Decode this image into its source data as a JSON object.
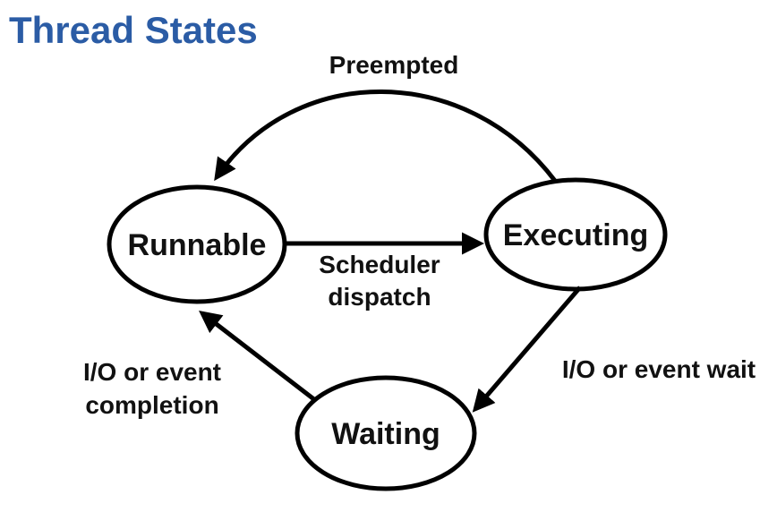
{
  "title": "Thread States",
  "colors": {
    "title_blue": "#2B5CA5",
    "line": "#000000",
    "node_fill": "#FFFFFF"
  },
  "diagram": {
    "type": "state-transition-diagram",
    "states": [
      {
        "label": "Runnable"
      },
      {
        "label": "Executing"
      },
      {
        "label": "Waiting"
      }
    ],
    "transitions": [
      {
        "from": "Executing",
        "to": "Runnable",
        "label": "Preempted",
        "lines": [
          "Preempted"
        ]
      },
      {
        "from": "Runnable",
        "to": "Executing",
        "label": "Scheduler dispatch",
        "lines": [
          "Scheduler",
          "dispatch"
        ]
      },
      {
        "from": "Executing",
        "to": "Waiting",
        "label": "I/O or event wait",
        "lines": [
          "I/O or event wait"
        ]
      },
      {
        "from": "Waiting",
        "to": "Runnable",
        "label": "I/O or event completion",
        "lines": [
          "I/O or event",
          "completion"
        ]
      }
    ]
  }
}
